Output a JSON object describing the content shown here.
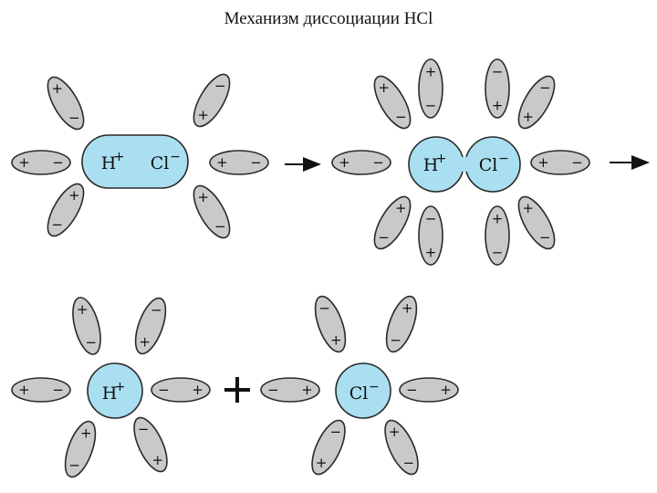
{
  "title": "Механизм диссоциации HCl",
  "colors": {
    "dipole_fill": "#c9c9c9",
    "ion_fill": "#a9dff0",
    "stroke": "#2a2a2a"
  },
  "labels": {
    "h": "H",
    "cl": "Cl",
    "plus": "+",
    "minus": "−",
    "h_charge": "+",
    "cl_charge": "−",
    "arrow": "→"
  }
}
